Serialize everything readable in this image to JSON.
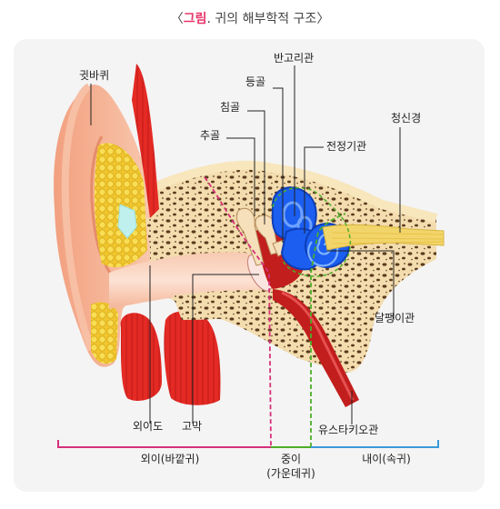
{
  "title": {
    "open_bracket": "〈",
    "prefix": "그림",
    "dot": ".",
    "text": "귀의 해부학적 구조",
    "close_bracket": "〉"
  },
  "labels": {
    "auricle": "귓바퀴",
    "semicircular_canals": "반고리관",
    "stapes": "등골",
    "incus": "침골",
    "malleus": "추골",
    "vestibular_nerve": "청신경",
    "vestibular_organ": "전정기관",
    "cochlea": "달팽이관",
    "ear_canal": "외이도",
    "eardrum": "고막",
    "eustachian_tube": "유스타키오관"
  },
  "regions": {
    "outer": "외이(바깥귀)",
    "middle_line1": "중이",
    "middle_line2": "(가운데귀)",
    "inner": "내이(속귀)"
  },
  "colors": {
    "accent": "#e8356b",
    "outer_bracket": "#d6307a",
    "middle_bracket": "#4caf28",
    "inner_bracket": "#3a9ad9",
    "skin": "#f5a98a",
    "bone": "#f6e3b8",
    "bone_spot": "#5b3a1e",
    "muscle": "#e02a2a",
    "fat": "#f3d23c",
    "cochlea": "#1b5ef0",
    "nerve": "#f2d56a"
  }
}
